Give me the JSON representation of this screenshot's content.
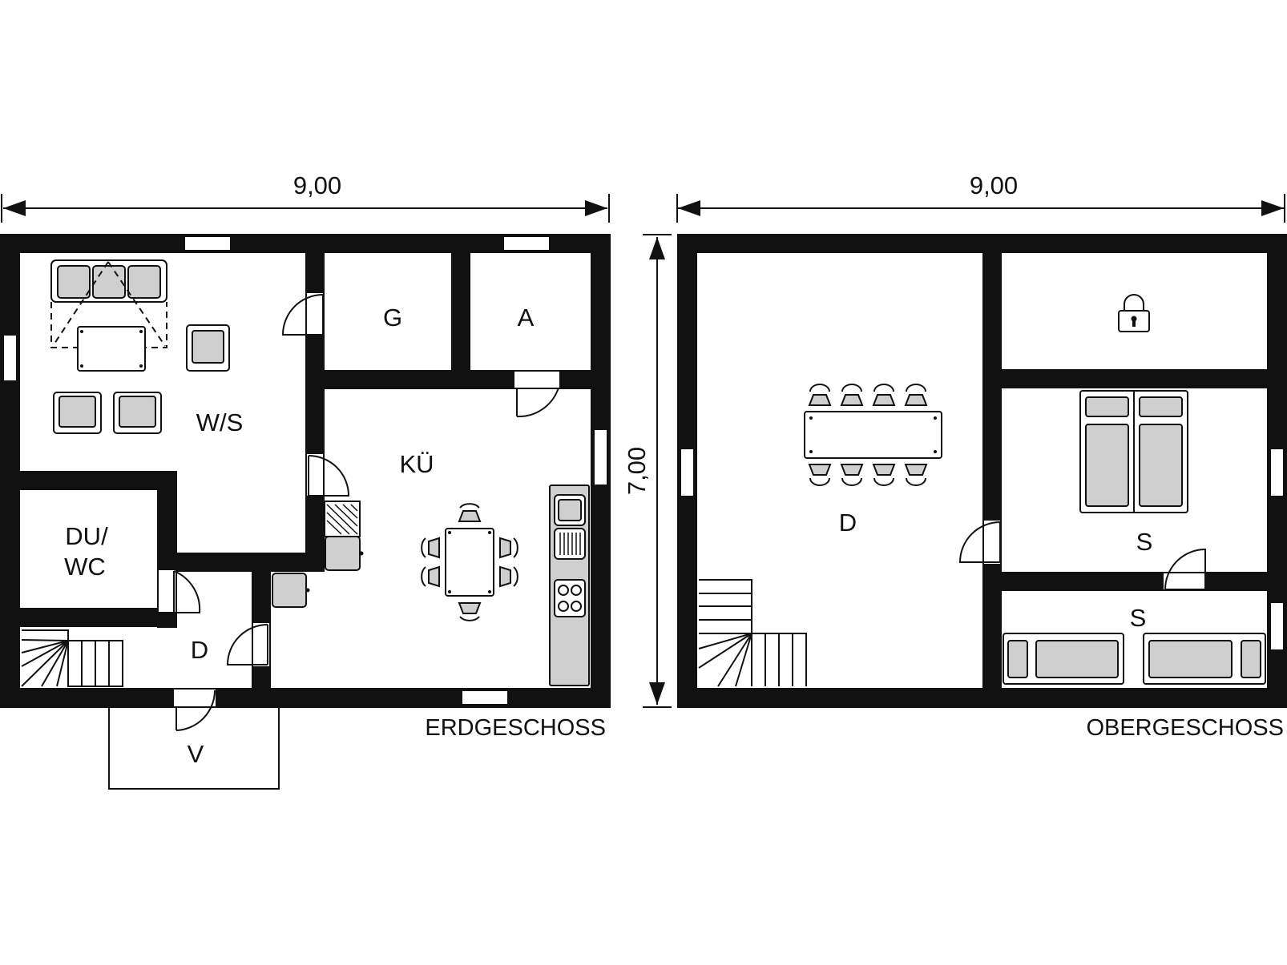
{
  "ground_floor": {
    "label": "ERDGESCHOSS",
    "width_dimension": "9,00",
    "rooms": {
      "living": "W/S",
      "storage_g": "G",
      "storage_a": "A",
      "kitchen": "KÜ",
      "bath_line1": "DU/",
      "bath_line2": "WC",
      "hall": "D",
      "porch": "V"
    }
  },
  "upper_floor": {
    "label": "OBERGESCHOSS",
    "width_dimension": "9,00",
    "depth_dimension": "7,00",
    "rooms": {
      "open_space": "D",
      "bedroom_1": "S",
      "bedroom_2": "S"
    },
    "locked_room_icon": "padlock-icon"
  }
}
